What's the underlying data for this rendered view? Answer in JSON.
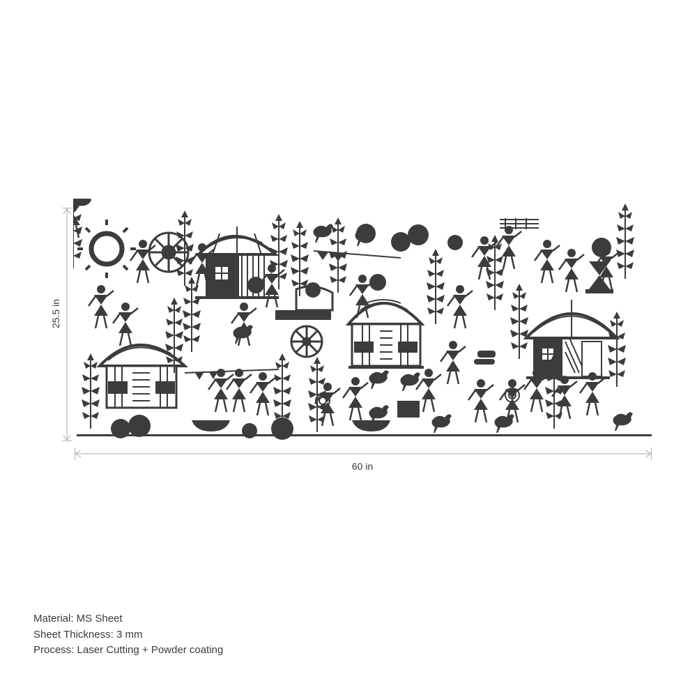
{
  "artwork": {
    "description": "Warli folk-art style laser-cut metal wall panel: village scene with huts, dancing figures, trees, roosters, sun, cart wheel, pots",
    "fill_color": "#3d3b3c",
    "background_color": "#ffffff"
  },
  "dimensions": {
    "height_label": "25.5 in",
    "width_label": "60 in",
    "line_color": "#b9b9b9"
  },
  "specs": {
    "material": "Material: MS Sheet",
    "thickness": "Sheet Thickness: 3 mm",
    "process": "Process: Laser Cutting + Powder coating"
  }
}
